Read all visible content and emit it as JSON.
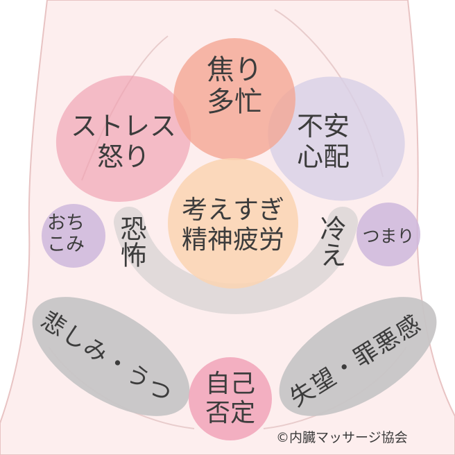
{
  "colors": {
    "background": "#ffffff",
    "torso": "#fdeeee",
    "outline": "#e8c3c3",
    "arc": "#dcd6d6",
    "red_zone": "#f4a592",
    "pink_zone": "#ef9fb1",
    "lavender_zone": "#d7cfe6",
    "purple_zone": "#ceb7dc",
    "orange_zone": "#fad3b2",
    "gray_zone": "#c7c5c6",
    "rose_zone": "#f1a3b8"
  },
  "zones": {
    "top": "焦り\n多忙",
    "upper_left": "ストレス\n怒り",
    "upper_right": "不安\n心配",
    "center": "考えすぎ\n精神疲労",
    "left_small": "おち\nこみ",
    "left_arc": "恐怖",
    "right_arc": "冷え",
    "right_small": "つまり",
    "lower_left": "悲しみ・うつ",
    "lower_right": "失望・罪悪感",
    "bottom": "自己\n否定"
  },
  "copyright": "©内臓マッサージ協会"
}
